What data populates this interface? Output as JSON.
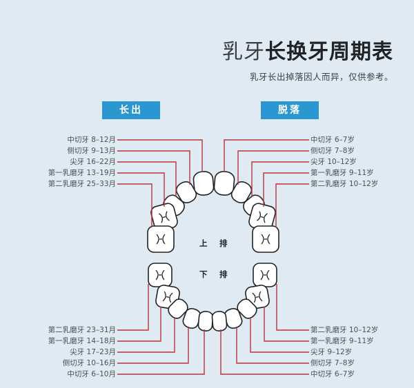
{
  "title": {
    "light": "乳牙",
    "bold": "长换牙周期表"
  },
  "subtitle": "乳牙长出掉落因人而异，仅供参考。",
  "badges": {
    "erupt": "长出",
    "shed": "脱落"
  },
  "jaw_labels": {
    "upper": [
      "上",
      "排"
    ],
    "lower": [
      "下",
      "排"
    ]
  },
  "colors": {
    "leader_line": "#b8323a",
    "badge": "#2a97d0",
    "tooth_outline": "#1f2326",
    "background": "#dfeaf3"
  },
  "upper_erupt": [
    "中切牙 8–12月",
    "侧切牙 9–13月",
    "尖牙 16–22月",
    "第一乳磨牙 13–19月",
    "第二乳磨牙 25–33月"
  ],
  "upper_shed": [
    "中切牙 6–7岁",
    "侧切牙 7–8岁",
    "尖牙 10–12岁",
    "第一乳磨牙 9–11岁",
    "第二乳磨牙 10–12岁"
  ],
  "lower_erupt": [
    "第二乳磨牙 23–31月",
    "第一乳磨牙 14–18月",
    "尖牙 17–23月",
    "侧切牙 10–16月",
    "中切牙 6–10月"
  ],
  "lower_shed": [
    "第二乳磨牙 10–12岁",
    "第一乳磨牙 9–11岁",
    "尖牙 9–12岁",
    "侧切牙 7–8岁",
    "中切牙 6–7岁"
  ]
}
